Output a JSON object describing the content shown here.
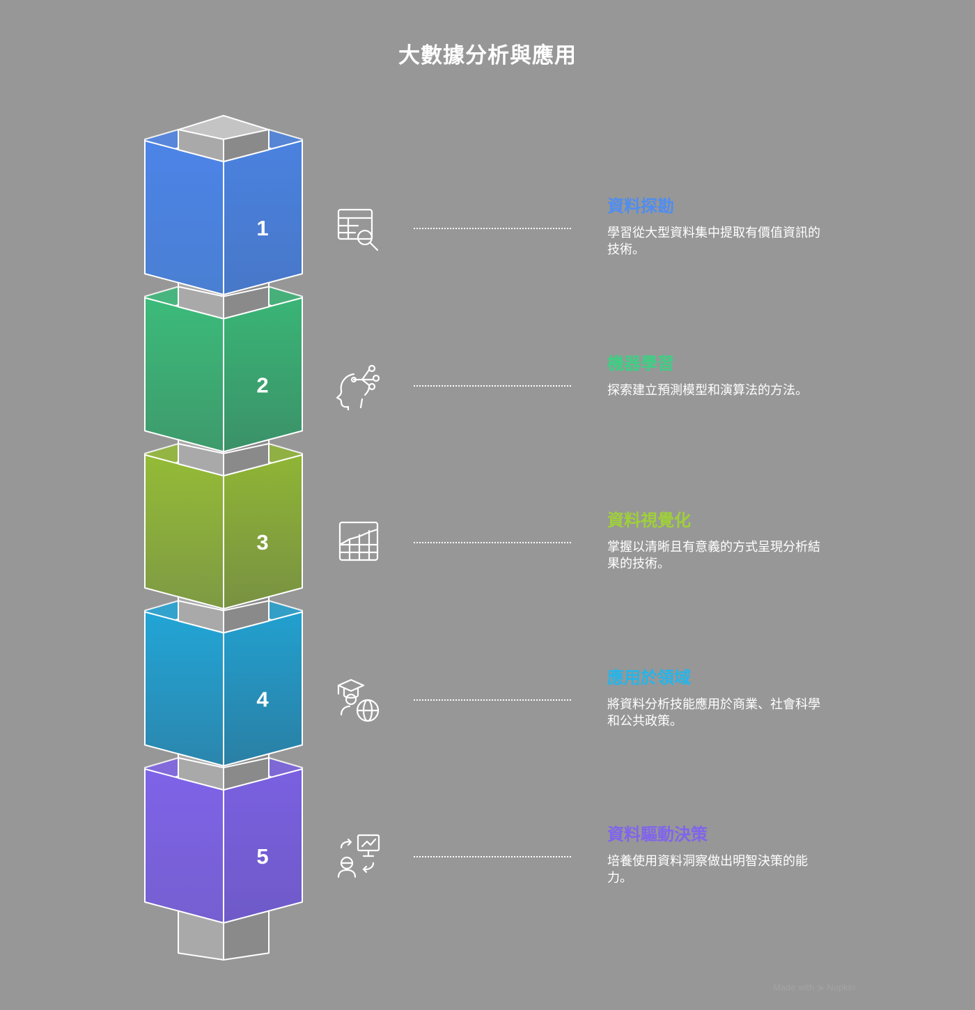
{
  "title": "大數據分析與應用",
  "watermark": "Made with ⋟ Napkin",
  "colors": {
    "background": "#979797",
    "core_left": "#a9a9a9",
    "core_right": "#8a8a8a",
    "core_top": "#c4c4c4",
    "outline": "#ffffff"
  },
  "steps": [
    {
      "number": "1",
      "title": "資料探勘",
      "description": "學習從大型資料集中提取有價值資訊的技術。",
      "icon": "table-search-icon",
      "color_left_top": "#4c84e8",
      "color_left_bottom": "#4a7fd2",
      "color_right_top": "#4a82df",
      "color_right_bottom": "#4877c8",
      "title_color": "#4f8df0"
    },
    {
      "number": "2",
      "title": "機器學習",
      "description": "探索建立預測模型和演算法的方法。",
      "icon": "ai-head-icon",
      "color_left_top": "#3cbb7a",
      "color_left_bottom": "#3e9a6c",
      "color_right_top": "#3ab576",
      "color_right_bottom": "#3b9168",
      "title_color": "#3ecf84"
    },
    {
      "number": "3",
      "title": "資料視覺化",
      "description": "掌握以清晰且有意義的方式呈現分析結果的技術。",
      "icon": "chart-grid-icon",
      "color_left_top": "#94bb36",
      "color_left_bottom": "#7e9a44",
      "color_right_top": "#8fb535",
      "color_right_bottom": "#789142",
      "title_color": "#9fd03a"
    },
    {
      "number": "4",
      "title": "應用於領域",
      "description": "將資料分析技能應用於商業、社會科學和公共政策。",
      "icon": "graduate-globe-icon",
      "color_left_top": "#22a5d6",
      "color_left_bottom": "#2b86ad",
      "color_right_top": "#22a0cf",
      "color_right_bottom": "#2a7fa4",
      "title_color": "#25b5ea"
    },
    {
      "number": "5",
      "title": "資料驅動決策",
      "description": "培養使用資料洞察做出明智決策的能力。",
      "icon": "decision-presentation-icon",
      "color_left_top": "#7f63e8",
      "color_left_bottom": "#755fd0",
      "color_right_top": "#7a60e0",
      "color_right_bottom": "#6f5ac8",
      "title_color": "#8064ec"
    }
  ]
}
